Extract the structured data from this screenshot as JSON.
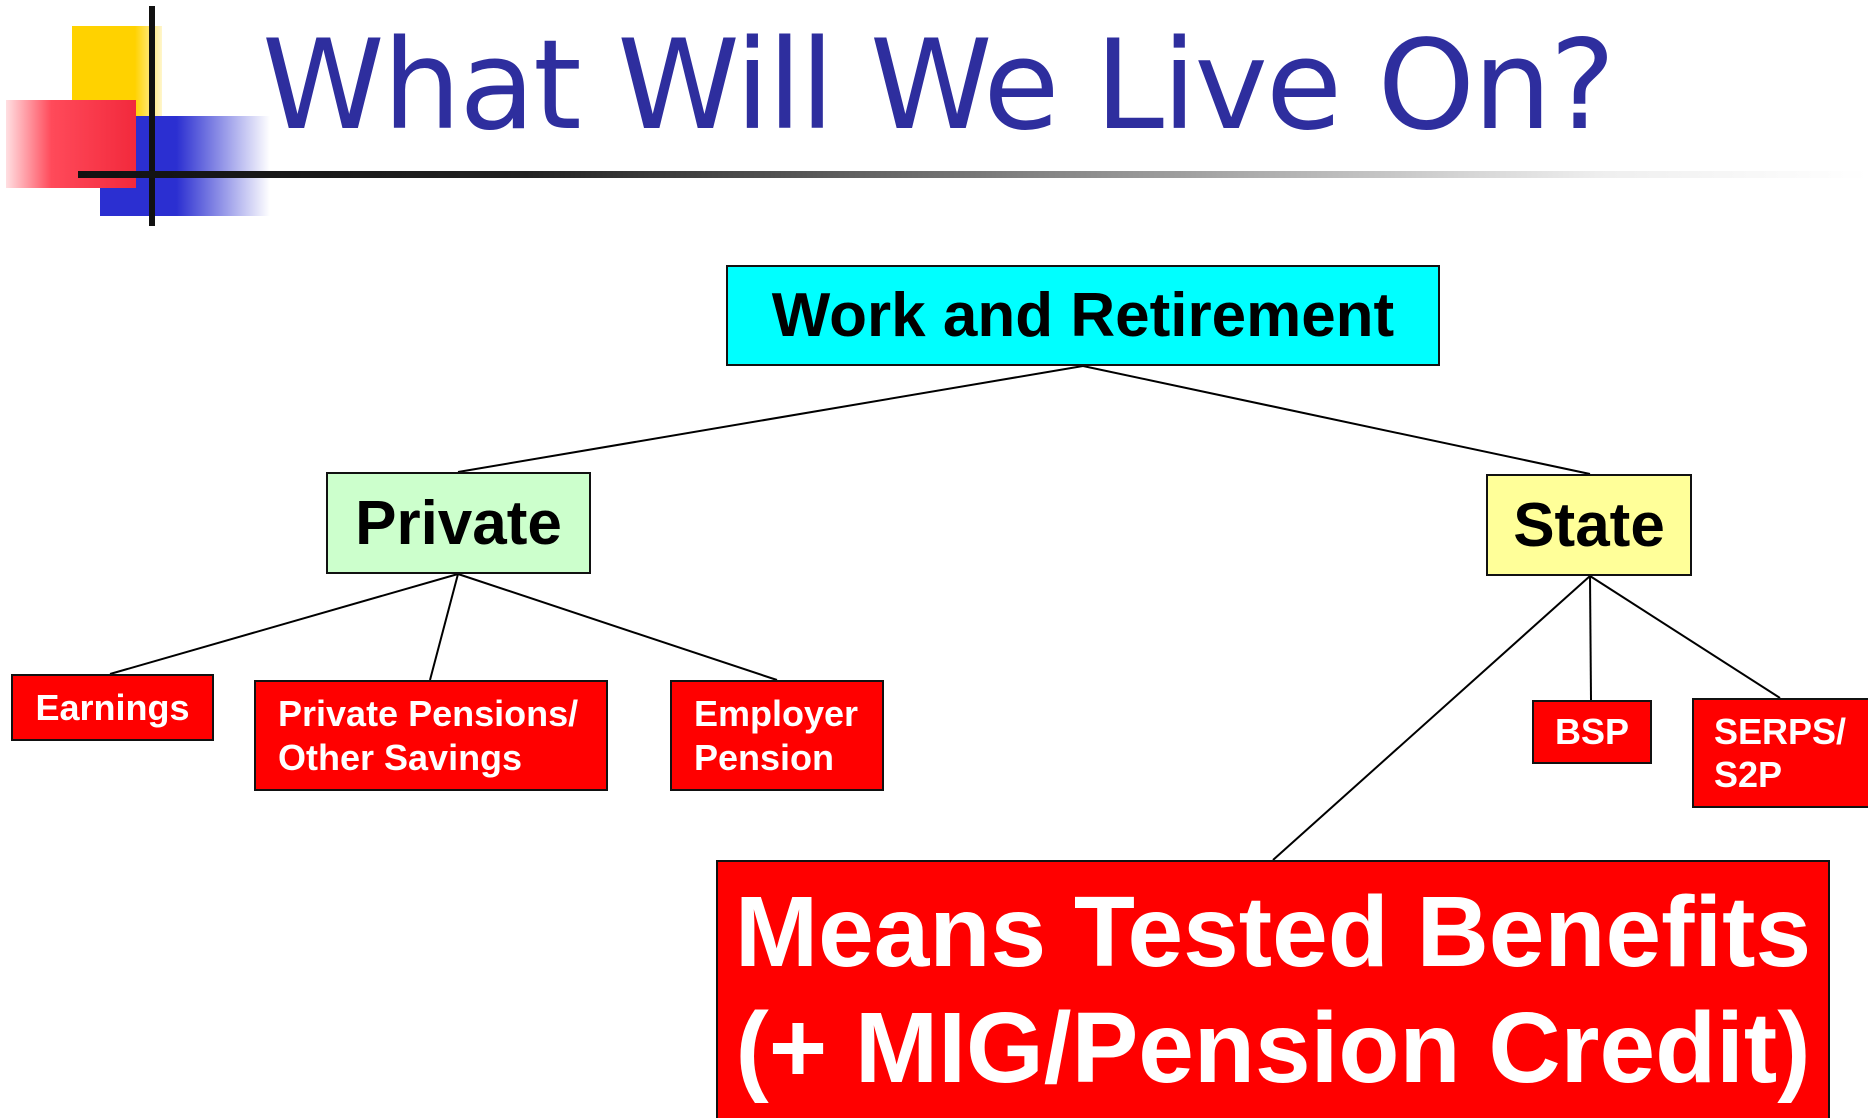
{
  "slide": {
    "title": "What Will We Live On?"
  },
  "diagram": {
    "root": "Work and Retirement",
    "branches": {
      "private": {
        "label": "Private",
        "children": [
          "Earnings",
          "Private Pensions/\nOther Savings",
          "Employer\nPension"
        ]
      },
      "state": {
        "label": "State",
        "children": [
          "BSP",
          "SERPS/\nS2P"
        ],
        "highlight": "Means Tested Benefits\n(+ MIG/Pension Credit)"
      }
    }
  },
  "colors": {
    "title": "#2e2e9e",
    "root": "#00ffff",
    "private": "#ccffcc",
    "state": "#ffff99",
    "leaf": "#ff0000",
    "leaf_text": "#ffffff"
  }
}
